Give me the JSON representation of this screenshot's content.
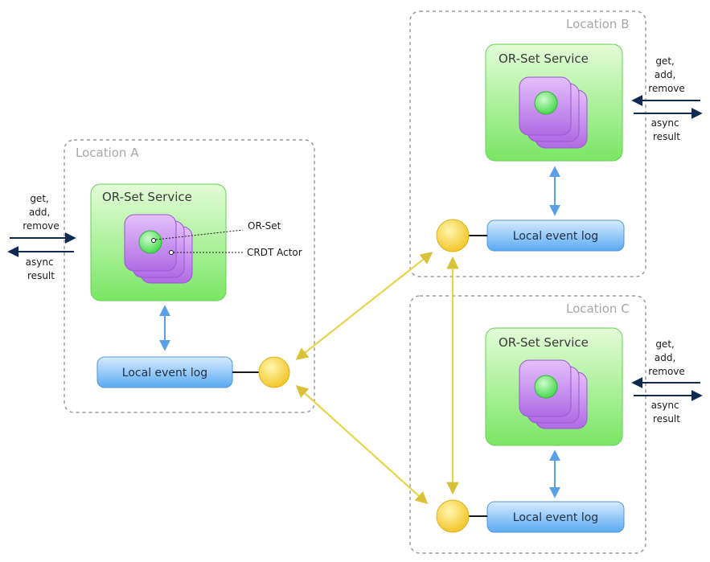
{
  "colors": {
    "service_fill_top": "#dcfbd0",
    "service_fill_bottom": "#7fe86a",
    "actor_purple": "#c98cf0",
    "orset_green": "#7ef07c",
    "log_blue": "#a9d7ff",
    "log_blue_dark": "#5aa9f0",
    "endpoint_yellow": "#f6d33c",
    "replication_arrow": "#e8d44a",
    "local_arrow": "#5aa0e8",
    "client_arrow": "#0f2b52"
  },
  "locations": {
    "a": {
      "label": "Location A",
      "service_label": "OR-Set Service",
      "log_label": "Local event log",
      "ops": [
        "get,",
        "add,",
        "remove"
      ],
      "result": [
        "async",
        "result"
      ],
      "callouts": {
        "orset": "OR-Set",
        "actor": "CRDT Actor"
      }
    },
    "b": {
      "label": "Location B",
      "service_label": "OR-Set Service",
      "log_label": "Local event log",
      "ops": [
        "get,",
        "add,",
        "remove"
      ],
      "result": [
        "async",
        "result"
      ]
    },
    "c": {
      "label": "Location C",
      "service_label": "OR-Set Service",
      "log_label": "Local event log",
      "ops": [
        "get,",
        "add,",
        "remove"
      ],
      "result": [
        "async",
        "result"
      ]
    }
  }
}
